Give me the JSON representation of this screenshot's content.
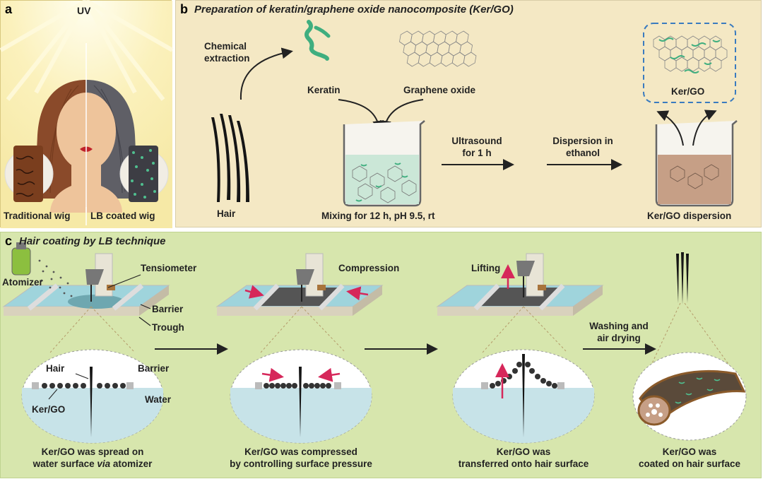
{
  "panel_a": {
    "letter": "a",
    "uv": "UV",
    "left_label": "Traditional wig",
    "right_label": "LB coated wig"
  },
  "panel_b": {
    "letter": "b",
    "title": "Preparation of keratin/graphene oxide nanocomposite (Ker/GO)",
    "chem_line1": "Chemical",
    "chem_line2": "extraction",
    "keratin": "Keratin",
    "graphene_oxide": "Graphene oxide",
    "hair": "Hair",
    "mixing": "Mixing for 12 h, pH 9.5, rt",
    "ultra_line1": "Ultrasound",
    "ultra_line2": "for 1 h",
    "disp_line1": "Dispersion in",
    "disp_line2": "ethanol",
    "kergo": "Ker/GO",
    "kergo_dispersion": "Ker/GO dispersion"
  },
  "panel_c": {
    "letter": "c",
    "title": "Hair coating by LB technique",
    "atomizer": "Atomizer",
    "tensiometer": "Tensiometer",
    "barrier": "Barrier",
    "trough": "Trough",
    "compression": "Compression",
    "lifting": "Lifting",
    "wash_line1": "Washing and",
    "wash_line2": "air drying",
    "inset_hair": "Hair",
    "inset_barrier": "Barrier",
    "inset_water": "Water",
    "inset_kergo": "Ker/GO",
    "cap1_line1": "Ker/GO was spread on",
    "cap1_line2a": "water surface ",
    "cap1_line2b": "via",
    "cap1_line2c": " atomizer",
    "cap2_line1": "Ker/GO was compressed",
    "cap2_line2": "by controlling surface pressure",
    "cap3_line1": "Ker/GO was",
    "cap3_line2": "transferred onto hair surface",
    "cap4_line1": "Ker/GO was",
    "cap4_line2": "coated on hair surface"
  },
  "colors": {
    "panel_a_bg": "#f6e9a6",
    "panel_b_bg": "#f4e8c4",
    "panel_c_bg": "#d7e6ad",
    "keratin_green": "#3fae7f",
    "arrow_red": "#d6275a",
    "dashed_blue": "#3a7bbf"
  }
}
